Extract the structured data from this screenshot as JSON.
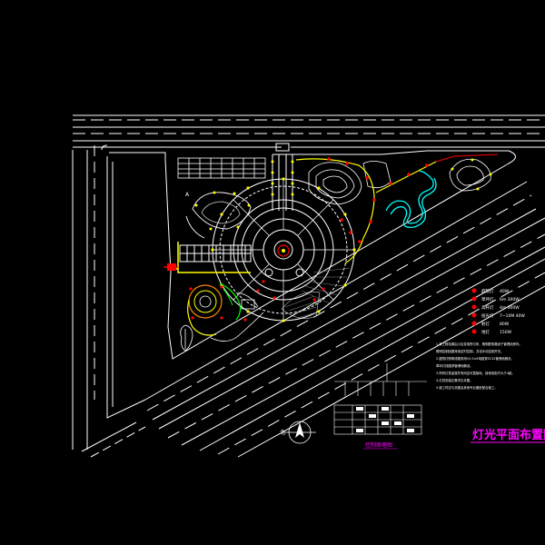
{
  "drawing": {
    "title": "灯光平面布置图",
    "detail_caption": "控制原理图",
    "colors": {
      "background": "#000000",
      "linework": "#ffffff",
      "accent_yellow": "#ffff00",
      "accent_red": "#ff0000",
      "accent_magenta": "#ff00ff",
      "accent_cyan": "#00ffff",
      "accent_green": "#00ff00"
    }
  },
  "legend": {
    "items": [
      {
        "name": "庭院灯",
        "spec": "40W"
      },
      {
        "name": "草坪灯",
        "spec": "6m  300W"
      },
      {
        "name": "高杆灯",
        "spec": "4m  300W"
      },
      {
        "name": "投光灯",
        "spec": "7~10M  40W"
      },
      {
        "name": "射灯",
        "spec": "80W"
      },
      {
        "name": "地灯",
        "spec": "150W"
      }
    ]
  },
  "notes": {
    "lines": [
      "1.本工程电源由小区变电所引来，照明配电箱设于管理用房内。",
      "照明控制回路采用定时控制，并设手动控制开关。",
      "2.庭院灯照明线路采用VV-3×6电缆穿SC32管埋地敷设，",
      "草坪灯线路穿管埋地敷设。",
      "3.所有灯具金属外壳均应可靠接地，接地电阻不大于4欧。",
      "4.灯具安装位置详见本图。",
      "5.施工时应与总图及其他专业图纸配合施工。"
    ]
  },
  "compass": {
    "label": "北"
  }
}
